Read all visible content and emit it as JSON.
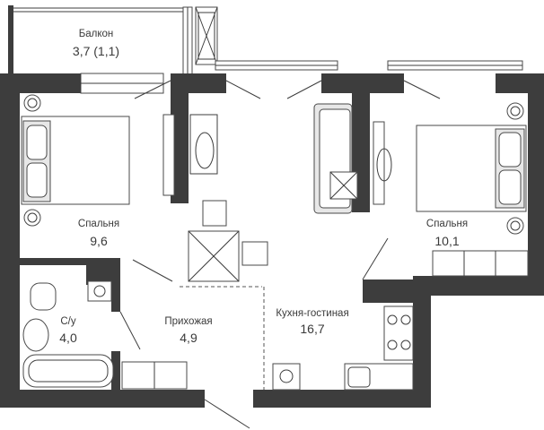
{
  "rooms": {
    "balcony": {
      "name": "Балкон",
      "area": "3,7 (1,1)"
    },
    "bedroom1": {
      "name": "Спальня",
      "area": "9,6"
    },
    "bedroom2": {
      "name": "Спальня",
      "area": "10,1"
    },
    "bathroom": {
      "name": "С/у",
      "area": "4,0"
    },
    "hallway": {
      "name": "Прихожая",
      "area": "4,9"
    },
    "kitchen": {
      "name": "Кухня-гостиная",
      "area": "16,7"
    }
  },
  "colors": {
    "wall": "#3d3d3d",
    "background": "#ffffff",
    "furniture_fill": "#e7e7e7"
  }
}
